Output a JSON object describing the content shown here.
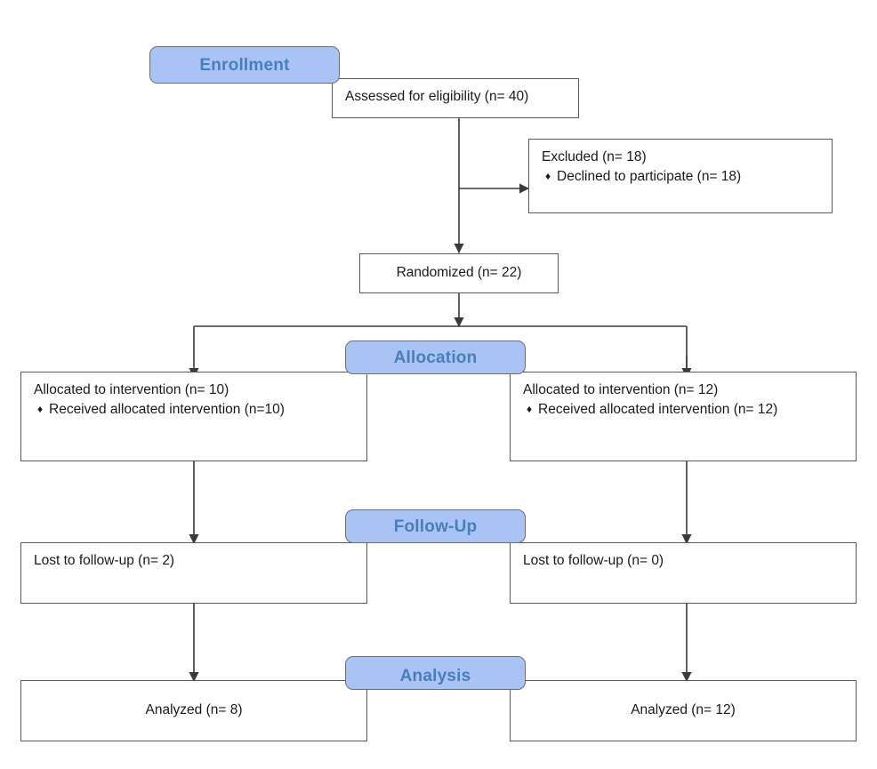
{
  "diagram": {
    "title": "CONSORT participant flow diagram",
    "colors": {
      "banner_fill": "#a9c4f4",
      "banner_text": "#4a7ebb",
      "box_border": "#5a5a5a",
      "connector": "#3a3a3a",
      "background": "#ffffff"
    }
  },
  "stages": [
    {
      "id": "enrollment",
      "label": "Enrollment"
    },
    {
      "id": "allocation",
      "label": "Allocation"
    },
    {
      "id": "followup",
      "label": "Follow-Up"
    },
    {
      "id": "analysis",
      "label": "Analysis"
    }
  ],
  "nodes": {
    "assessed": {
      "lines": [
        "Assessed for eligibility (n= 40)"
      ]
    },
    "excluded": {
      "lines": [
        "Excluded (n= 18)"
      ],
      "bullets": [
        "Declined to participate (n= 18)"
      ],
      "bullet_glyph": "♦"
    },
    "randomized": {
      "lines": [
        "Randomized (n= 22)"
      ]
    },
    "alloc_left": {
      "lines": [
        "Allocated to intervention (n= 10)"
      ],
      "bullets": [
        "Received allocated intervention (n=10)"
      ],
      "bullet_glyph": "♦"
    },
    "alloc_right": {
      "lines": [
        "Allocated to intervention (n= 12)"
      ],
      "bullets": [
        "Received allocated intervention (n= 12)"
      ],
      "bullet_glyph": "♦"
    },
    "lost_left": {
      "lines": [
        "Lost to follow-up (n= 2)"
      ]
    },
    "lost_right": {
      "lines": [
        "Lost to follow-up (n= 0)"
      ]
    },
    "analyzed_left": {
      "lines": [
        "Analyzed (n= 8)"
      ]
    },
    "analyzed_right": {
      "lines": [
        "Analyzed (n= 12)"
      ]
    }
  },
  "chart_data": {
    "type": "diagram",
    "title": "CONSORT flow diagram",
    "stages": [
      "Enrollment",
      "Allocation",
      "Follow-Up",
      "Analysis"
    ],
    "counts": {
      "assessed_for_eligibility": 40,
      "excluded_total": 18,
      "excluded_declined_to_participate": 18,
      "randomized": 22,
      "allocated_arm1": 10,
      "received_allocated_intervention_arm1": 10,
      "allocated_arm2": 12,
      "received_allocated_intervention_arm2": 12,
      "lost_to_followup_arm1": 2,
      "lost_to_followup_arm2": 0,
      "analyzed_arm1": 8,
      "analyzed_arm2": 12
    }
  }
}
